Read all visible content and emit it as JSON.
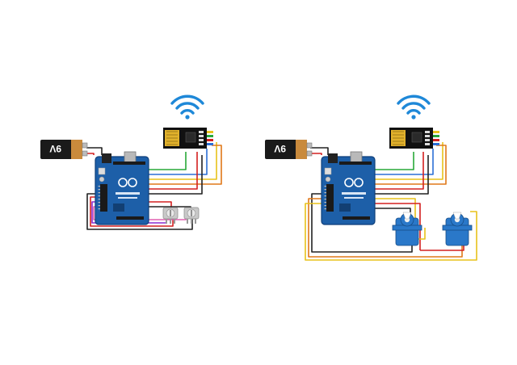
{
  "diagrams": [
    {
      "id": "transmitter",
      "battery_label": "9V",
      "module": "nrf24l01",
      "peripheral": "potentiometer",
      "peripheral_count": 2
    },
    {
      "id": "receiver",
      "battery_label": "9V",
      "module": "nrf24l01",
      "peripheral": "servo",
      "peripheral_count": 2
    }
  ],
  "colors": {
    "board": "#1d5fa8",
    "board_dark": "#0f3f7a",
    "battery_body": "#1a1a1a",
    "battery_cap": "#c98a3c",
    "antenna_waves": "#1e88d8",
    "radio_pcb": "#111111",
    "servo_body": "#2a78c9",
    "wire_red": "#d32020",
    "wire_black": "#222222",
    "wire_yellow": "#e8c21a",
    "wire_orange": "#e07818",
    "wire_green": "#28a838",
    "wire_purple": "#8a2bd0",
    "wire_blue": "#2c6fd6",
    "wire_pink": "#e060b0"
  },
  "icons": {
    "wireless": "wifi-signal-icon",
    "battery": "battery-9v-icon",
    "board": "arduino-uno-icon",
    "radio": "nrf24l01-module-icon",
    "knob": "potentiometer-icon",
    "motor": "servo-motor-icon"
  }
}
